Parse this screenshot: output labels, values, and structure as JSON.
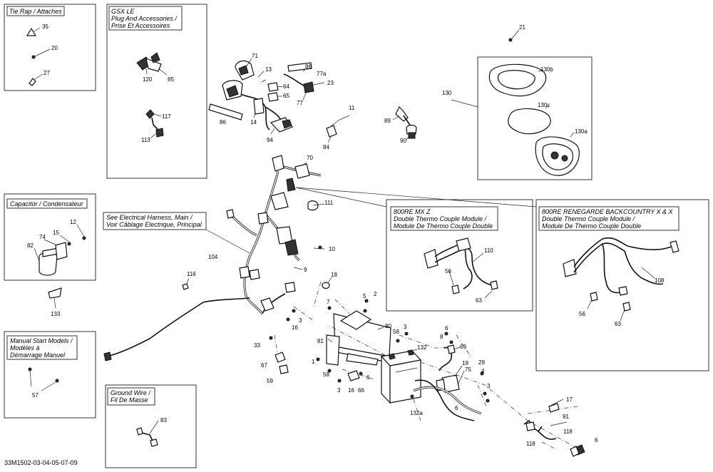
{
  "diagram_id": "33M1502-03-04-05-07-09",
  "panels": {
    "tie_rap": {
      "title": [
        "Tie Rap / Attaches"
      ]
    },
    "gsx_le": {
      "title": [
        "GSX LE",
        "Plug And Accessories /",
        "Prise Et Accessoires"
      ]
    },
    "capacitor": {
      "title": [
        "Capacitor / Condensateur"
      ]
    },
    "manual_start": {
      "title": [
        "Manual Start Models /",
        "Modèles à",
        "Démarrage Manuel"
      ]
    },
    "ground_wire": {
      "title": [
        "Ground Wire /",
        "Fil De Masse"
      ]
    },
    "mxz": {
      "title": [
        "800RE MX Z",
        "Double Thermo Couple Module /",
        "Module De Thermo Couple Double"
      ]
    },
    "renegade": {
      "title": [
        "800RE RENEGARDE BACKCOUNTRY X & X",
        "Double Thermo Couple Module /",
        "Module De Thermo Couple Double"
      ]
    }
  },
  "note_harness": [
    "See Electrical Harness, Main /",
    "Voir Câblage Electrique, Principal"
  ],
  "callouts": {
    "c35": "35",
    "c20": "20",
    "c27": "27",
    "c71": "71",
    "c13": "13",
    "c64": "64",
    "c65": "65",
    "c86a": "86",
    "c77a": "77a",
    "c23": "23",
    "c77": "77",
    "c120": "120",
    "c85": "85",
    "c117": "117",
    "c113": "113",
    "c86b": "86",
    "c14": "14",
    "c94": "94",
    "c84": "84",
    "c11": "11",
    "c89": "89",
    "c90": "90",
    "c21": "21",
    "c130": "130",
    "c130b": "130b",
    "c130c": "130c",
    "c130a": "130a",
    "c70": "70",
    "c111": "111",
    "c12": "12",
    "c15": "15",
    "c74": "74",
    "c82": "82",
    "c133": "133",
    "c104": "104",
    "c10": "10",
    "c9": "9",
    "c116": "116",
    "c18": "18",
    "c5": "5",
    "c2": "2",
    "c7": "7",
    "c3a": "3",
    "c16a": "16",
    "c33": "33",
    "c67": "67",
    "c59": "59",
    "c81": "81",
    "c80": "80",
    "c58a": "58",
    "c3b": "3",
    "c1": "1",
    "c58b": "58",
    "c3c": "3",
    "c16b": "16",
    "c66": "66",
    "c6a": "6",
    "c132": "132",
    "c6b": "6",
    "c8": "8",
    "c69": "69",
    "c19": "19",
    "c75": "75",
    "c6c": "6",
    "c29": "29",
    "c4": "4",
    "c3d": "3",
    "c132a": "132a",
    "c17": "17",
    "c91": "91",
    "c118a": "118",
    "c118b": "118",
    "c6d": "6",
    "c57": "57",
    "c83": "83",
    "c110": "110",
    "c56a": "56",
    "c63a": "63",
    "c108": "108",
    "c56b": "56",
    "c63b": "63"
  }
}
